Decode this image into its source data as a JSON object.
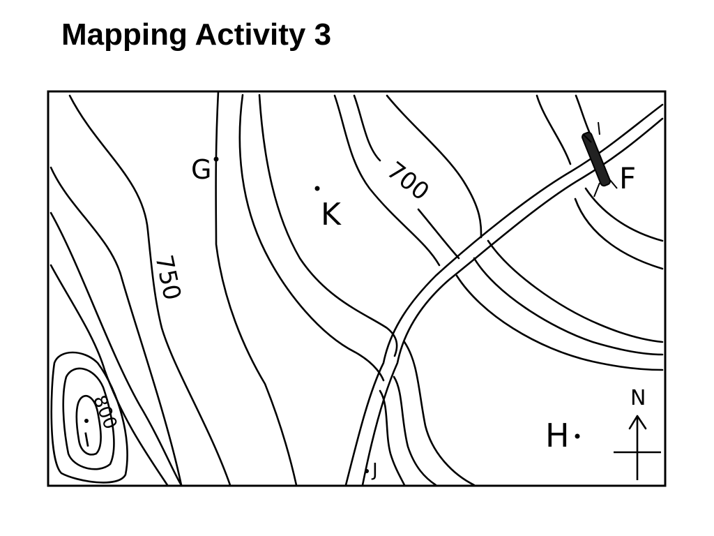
{
  "title": "Mapping Activity 3",
  "map": {
    "contour_labels": [
      "750",
      "700",
      "800"
    ],
    "point_labels": [
      "G",
      "K",
      "F",
      "H",
      "J",
      "I"
    ],
    "compass_label": "N"
  }
}
